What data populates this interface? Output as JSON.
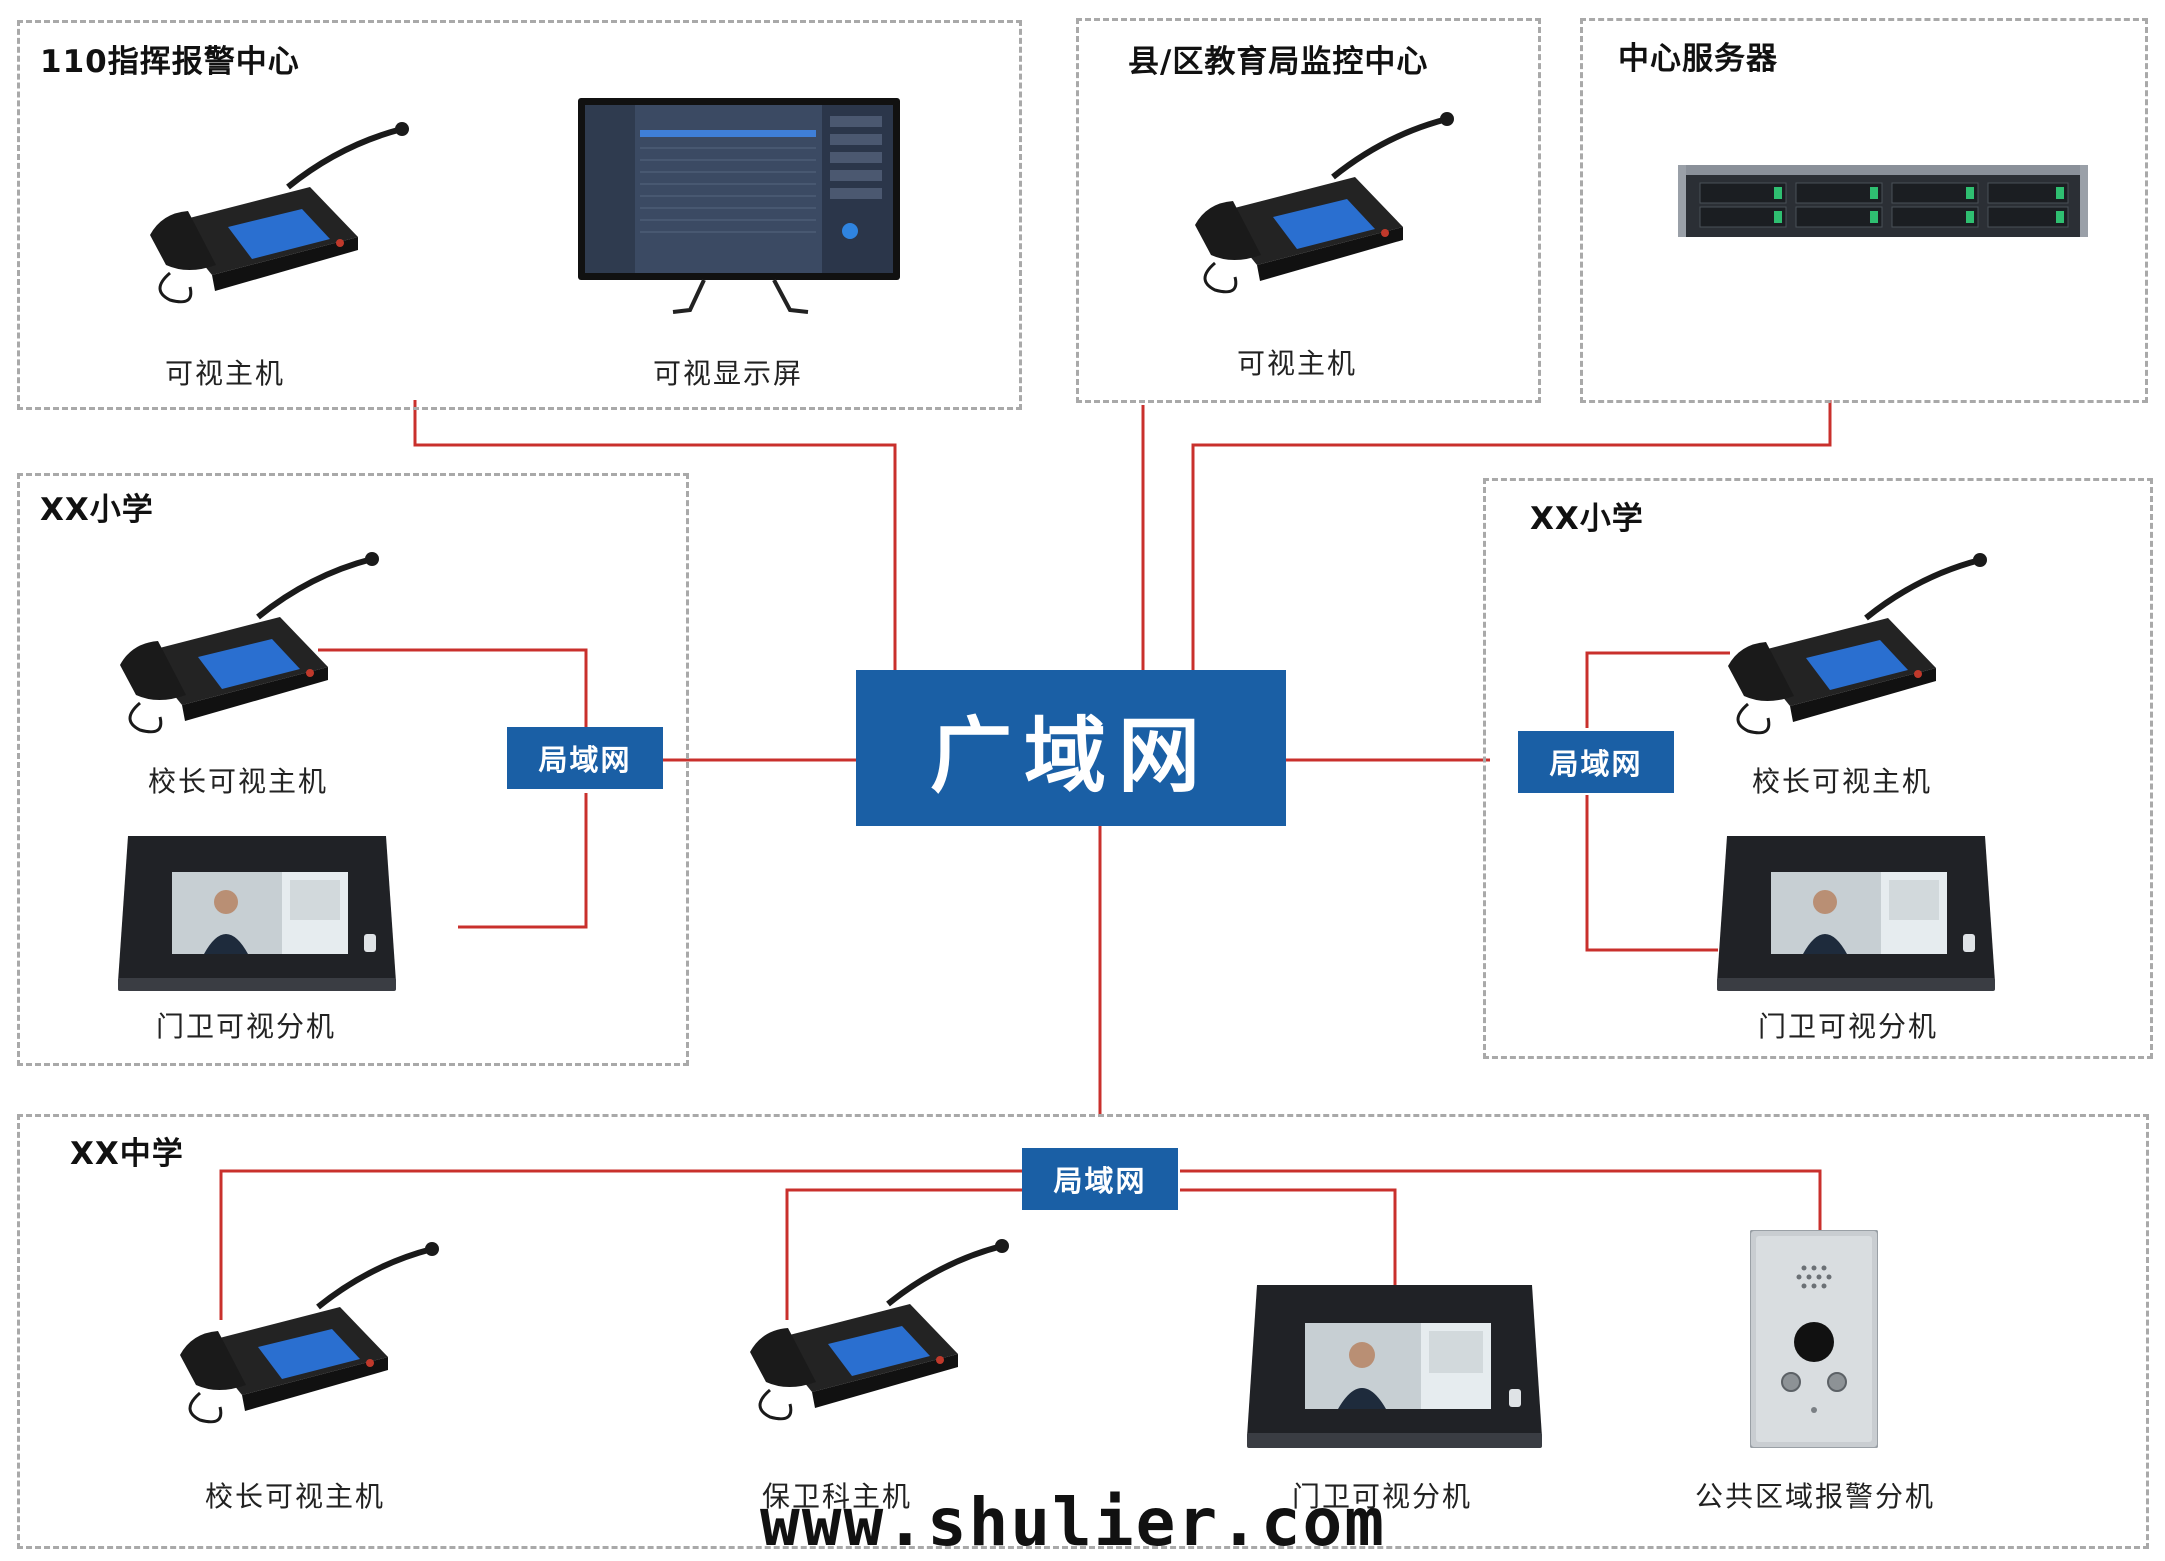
{
  "wan_label": "广域网",
  "lan_label": "局域网",
  "watermark": "www.shulier.com",
  "colors": {
    "link": "#c9302c",
    "network_box": "#1a5fa5",
    "zone_border": "#a9a9a9"
  },
  "zones": {
    "police": {
      "title": "110指挥报警中心",
      "devices": {
        "host": "可视主机",
        "screen": "可视显示屏"
      }
    },
    "bureau": {
      "title": "县/区教育局监控中心",
      "devices": {
        "host": "可视主机"
      }
    },
    "server": {
      "title": "中心服务器"
    },
    "primary_left": {
      "title": "XX小学",
      "devices": {
        "principal_host": "校长可视主机",
        "gate_terminal": "门卫可视分机"
      }
    },
    "primary_right": {
      "title": "XX小学",
      "devices": {
        "principal_host": "校长可视主机",
        "gate_terminal": "门卫可视分机"
      }
    },
    "middle": {
      "title": "XX中学",
      "devices": {
        "principal_host": "校长可视主机",
        "security_host": "保卫科主机",
        "gate_terminal": "门卫可视分机",
        "public_alarm": "公共区域报警分机"
      }
    }
  },
  "icons": {
    "desk_console": "desk-video-console-icon",
    "monitor": "monitor-icon",
    "rack_server": "rack-server-icon",
    "touch_terminal": "touch-video-terminal-icon",
    "alarm_panel": "alarm-intercom-panel-icon"
  }
}
